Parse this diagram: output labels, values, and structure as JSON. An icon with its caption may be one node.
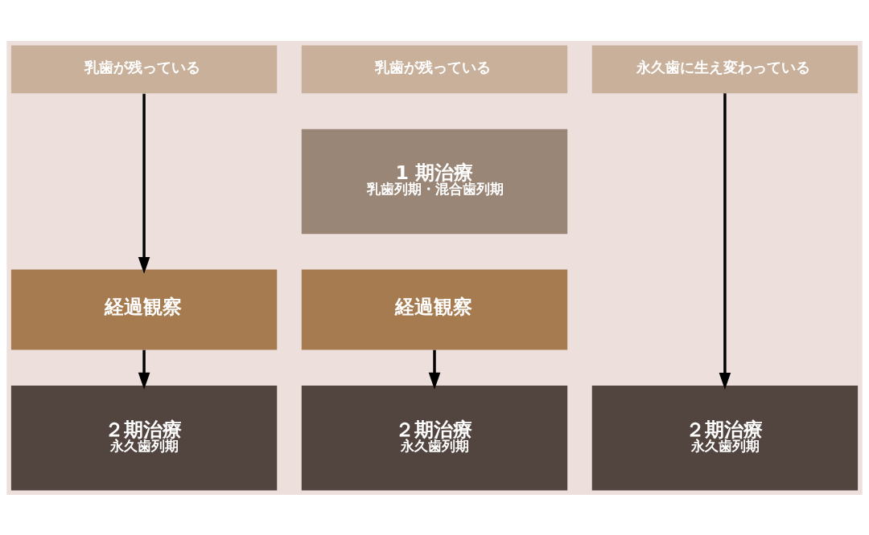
{
  "diagram": {
    "nodes": [
      {
        "text": [
          "乳歯が残っている"
        ]
      },
      {
        "text": [
          "乳歯が残っている"
        ]
      },
      {
        "text": [
          "永久歯に生え変わっている"
        ]
      },
      {
        "text": [
          "経過観察"
        ]
      },
      {
        "text": [
          "1 期治療",
          "乳歯列期・混合歯列期"
        ]
      },
      {
        "text": [
          "経過観察"
        ]
      },
      {
        "text": [
          "２期治療",
          "永久歯列期"
        ]
      },
      {
        "text": [
          "２期治療",
          "永久歯列期"
        ]
      },
      {
        "text": [
          "２期治療",
          "永久歯列期"
        ]
      }
    ],
    "edges": [
      {
        "from": 0,
        "to": 3,
        "arrow": "to"
      },
      {
        "from": 3,
        "to": 6,
        "arrow": "to"
      },
      {
        "from": 5,
        "to": 7,
        "arrow": "to"
      },
      {
        "from": 2,
        "to": 8,
        "arrow": "to"
      }
    ]
  }
}
